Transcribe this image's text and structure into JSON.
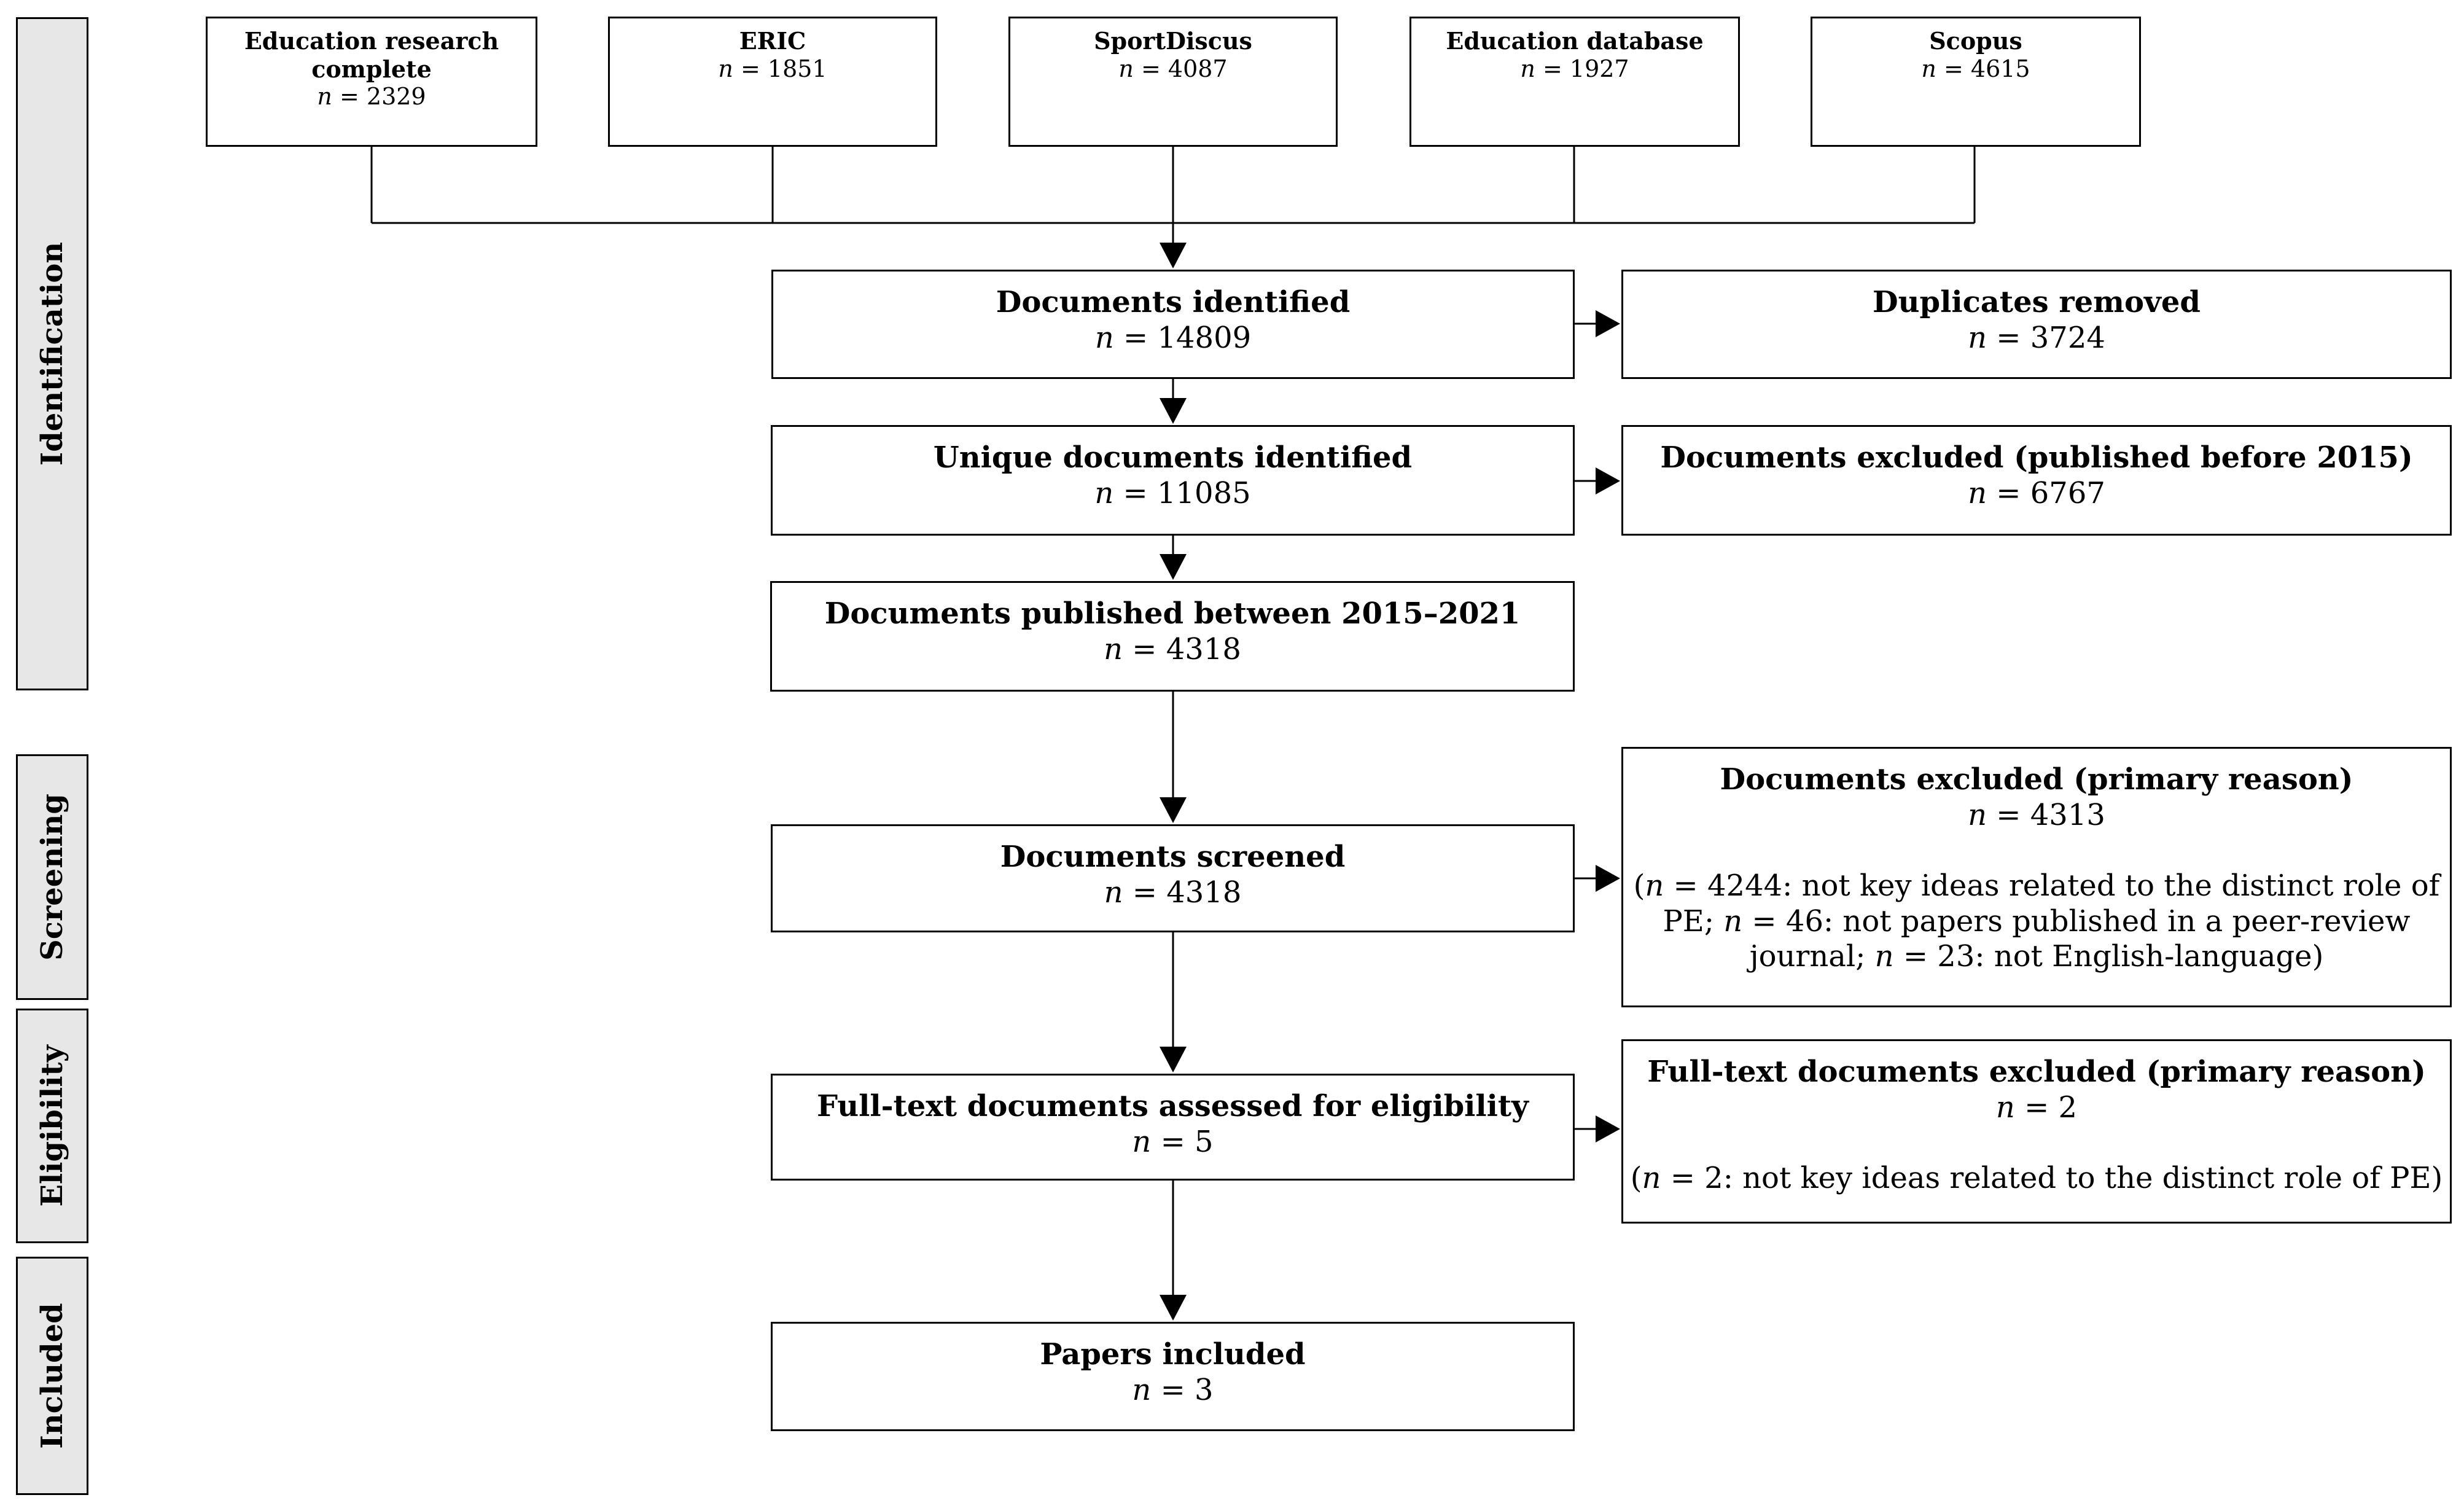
{
  "stages": [
    {
      "id": "identification",
      "label": "Identification"
    },
    {
      "id": "screening",
      "label": "Screening"
    },
    {
      "id": "eligibility",
      "label": "Eligibility"
    },
    {
      "id": "included",
      "label": "Included"
    }
  ],
  "sources": [
    {
      "name": "Education research complete",
      "n_label": "n",
      "n_value": "= 2329"
    },
    {
      "name": "ERIC",
      "n_label": "n",
      "n_value": "= 1851"
    },
    {
      "name": "SportDiscus",
      "n_label": "n",
      "n_value": "= 4087"
    },
    {
      "name": "Education database",
      "n_label": "n",
      "n_value": "= 1927"
    },
    {
      "name": "Scopus",
      "n_label": "n",
      "n_value": "= 4615"
    }
  ],
  "flow": {
    "identified": {
      "title": "Documents identified",
      "n_label": "n",
      "n_value": "= 14809"
    },
    "duplicates": {
      "title": "Duplicates removed",
      "n_label": "n",
      "n_value": "= 3724"
    },
    "unique": {
      "title": "Unique documents identified",
      "n_label": "n",
      "n_value": "= 11085"
    },
    "excluded_date": {
      "title": "Documents excluded (published before 2015)",
      "n_label": "n",
      "n_value": "= 6767"
    },
    "published": {
      "title": "Documents published between 2015–2021",
      "n_label": "n",
      "n_value": "= 4318"
    },
    "screened": {
      "title": "Documents screened",
      "n_label": "n",
      "n_value": "= 4318"
    },
    "excluded_screen": {
      "title": "Documents excluded (primary reason)",
      "n_label": "n",
      "n_value": "= 4313",
      "reason_line1_open": "(",
      "reason_line1_n": "n",
      "reason_line1_text": " = 4244: not key ideas related to the distinct role of",
      "reason_line2_a": "PE; ",
      "reason_line2_n": "n",
      "reason_line2_b": " = 46: not papers published in a peer-review",
      "reason_line3_a": "journal; ",
      "reason_line3_n": "n",
      "reason_line3_b": " = 23: not English-language)"
    },
    "fulltext": {
      "title": "Full-text documents assessed for eligibility",
      "n_label": "n",
      "n_value": "= 5"
    },
    "excluded_fulltext": {
      "title": "Full-text documents excluded (primary reason)",
      "n_label": "n",
      "n_value": "= 2",
      "reason_open": "(",
      "reason_n": "n",
      "reason_text": " = 2: not key ideas related to the distinct role of PE)"
    },
    "included": {
      "title": "Papers included",
      "n_label": "n",
      "n_value": "= 3"
    }
  }
}
